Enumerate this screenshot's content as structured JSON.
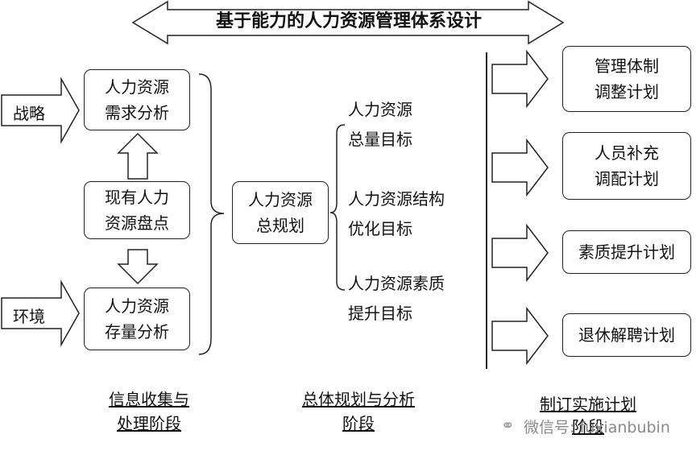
{
  "title": "基于能力的人力资源管理体系设计",
  "inputs": {
    "strategy": "战略",
    "environment": "环境"
  },
  "left_boxes": {
    "demand": [
      "人力资源",
      "需求分析"
    ],
    "inventory": [
      "现有人力",
      "资源盘点"
    ],
    "stock": [
      "人力资源",
      "存量分析"
    ]
  },
  "center_box": [
    "人力资源",
    "总规划"
  ],
  "goals": [
    [
      "人力资源",
      "总量目标"
    ],
    [
      "人力资源结构",
      "优化目标"
    ],
    [
      "人力资源素质",
      "提升目标"
    ]
  ],
  "plans": [
    [
      "管理体制",
      "调整计划"
    ],
    [
      "人员补充",
      "调配计划"
    ],
    [
      "素质提升计划"
    ],
    [
      "退休解聘计划"
    ]
  ],
  "stages": {
    "s1": [
      "信息收集与",
      "处理阶段"
    ],
    "s2": [
      "总体规划与分析",
      "阶段"
    ],
    "s3": [
      "制订实施计划",
      "阶段"
    ]
  },
  "watermark": {
    "icon": "wechat-icon",
    "text": "微信号: fuxianbubin"
  }
}
